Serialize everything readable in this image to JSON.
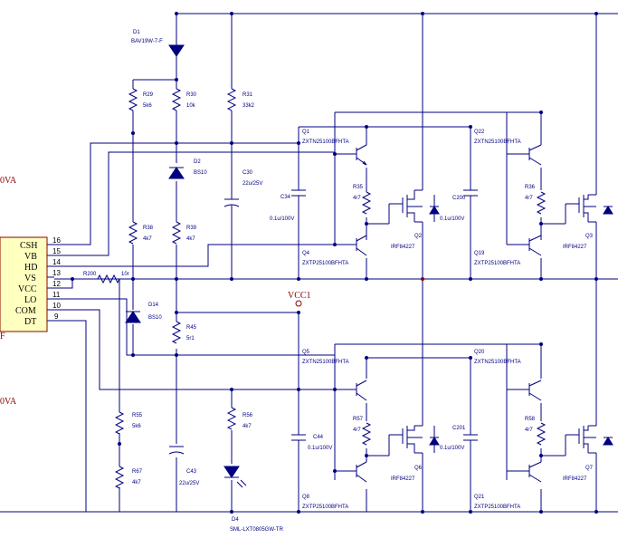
{
  "chip": {
    "pins": [
      {
        "name": "CSH",
        "num": "16"
      },
      {
        "name": "VB",
        "num": "15"
      },
      {
        "name": "HD",
        "num": "14"
      },
      {
        "name": "VS",
        "num": "13"
      },
      {
        "name": "VCC",
        "num": "12"
      },
      {
        "name": "LO",
        "num": "11"
      },
      {
        "name": "COM",
        "num": "10"
      },
      {
        "name": "DT",
        "num": "9"
      }
    ],
    "edge_text_top": "0VA",
    "edge_text_bottom": "0VA",
    "edge_text_f": "F"
  },
  "net": {
    "vcc1": "VCC1"
  },
  "components": [
    {
      "ref": "D1",
      "value": "BAV19W-7-F"
    },
    {
      "ref": "R29",
      "value": "5k6"
    },
    {
      "ref": "R30",
      "value": "10k"
    },
    {
      "ref": "R31",
      "value": "33k2"
    },
    {
      "ref": "D2",
      "value": "BS10"
    },
    {
      "ref": "C30",
      "value": "22u/25V"
    },
    {
      "ref": "C34",
      "value": "0.1u/100V"
    },
    {
      "ref": "R38",
      "value": "4k7"
    },
    {
      "ref": "R39",
      "value": "4k7"
    },
    {
      "ref": "R200",
      "value": "10r"
    },
    {
      "ref": "D14",
      "value": "BS10"
    },
    {
      "ref": "R45",
      "value": "5r1"
    },
    {
      "ref": "R55",
      "value": "5k6"
    },
    {
      "ref": "R56",
      "value": "4k7"
    },
    {
      "ref": "R67",
      "value": "4k7"
    },
    {
      "ref": "C43",
      "value": "22u/25V"
    },
    {
      "ref": "D4",
      "value": "SML-LXT0805GW-TR"
    },
    {
      "ref": "Q1",
      "value": "ZXTN25100BFHTA"
    },
    {
      "ref": "Q4",
      "value": "ZXTP25100BFHTA"
    },
    {
      "ref": "R35",
      "value": "4r7"
    },
    {
      "ref": "Q2",
      "value": "IRF84227"
    },
    {
      "ref": "C200",
      "value": "0.1u/100V"
    },
    {
      "ref": "Q22",
      "value": "ZXTN25100BFHTA"
    },
    {
      "ref": "Q19",
      "value": "ZXTP25100BFHTA"
    },
    {
      "ref": "R36",
      "value": "4r7"
    },
    {
      "ref": "Q3",
      "value": "IRF84227"
    },
    {
      "ref": "Q5",
      "value": "ZXTN25100BFHTA"
    },
    {
      "ref": "Q8",
      "value": "ZXTP25100BFHTA"
    },
    {
      "ref": "C44",
      "value": "0.1u/100V"
    },
    {
      "ref": "R57",
      "value": "4r7"
    },
    {
      "ref": "Q6",
      "value": "IRF84227"
    },
    {
      "ref": "C201",
      "value": "0.1u/100V"
    },
    {
      "ref": "Q20",
      "value": "ZXTN25100BFHTA"
    },
    {
      "ref": "Q21",
      "value": "ZXTP25100BFHTA"
    },
    {
      "ref": "R58",
      "value": "4r7"
    },
    {
      "ref": "Q7",
      "value": "IRF84227"
    }
  ]
}
